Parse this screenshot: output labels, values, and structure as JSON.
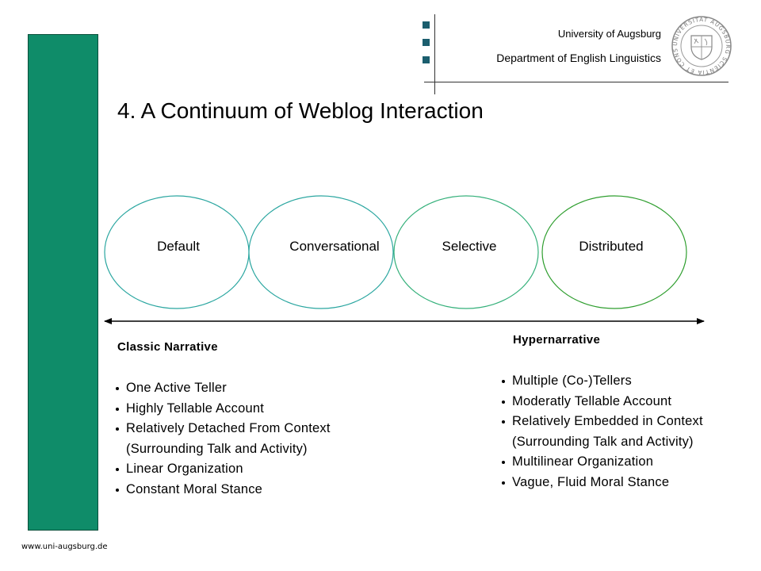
{
  "header": {
    "university": "University of Augsburg",
    "department": "Department of English Linguistics",
    "seal_text": "UNIVERSITAT AUGSBURG SCIENTIA ET CONSCIENTIA"
  },
  "slide": {
    "title": "4. A Continuum of Weblog Interaction"
  },
  "continuum": {
    "stages": [
      {
        "label": "Default",
        "color": "#2aa6a0"
      },
      {
        "label": "Conversational",
        "color": "#2aa6a0"
      },
      {
        "label": "Selective",
        "color": "#34b07a"
      },
      {
        "label": "Distributed",
        "color": "#2e9e2e"
      }
    ]
  },
  "left_column": {
    "heading": "Classic Narrative",
    "items": [
      "One Active Teller",
      "Highly Tellable Account",
      "Relatively Detached From Context",
      "(Surrounding Talk and Activity)",
      "Linear Organization",
      "Constant Moral Stance"
    ]
  },
  "right_column": {
    "heading": "Hypernarrative",
    "items": [
      "Multiple (Co-)Tellers",
      "Moderatly Tellable Account",
      "Relatively Embedded in Context",
      "(Surrounding Talk and Activity)",
      "Multilinear Organization",
      "Vague, Fluid Moral Stance"
    ]
  },
  "footer": {
    "url": "www.uni-augsburg.de"
  },
  "colors": {
    "sidebar": "#0f8c69",
    "header_squares": "#1b5e6e"
  }
}
